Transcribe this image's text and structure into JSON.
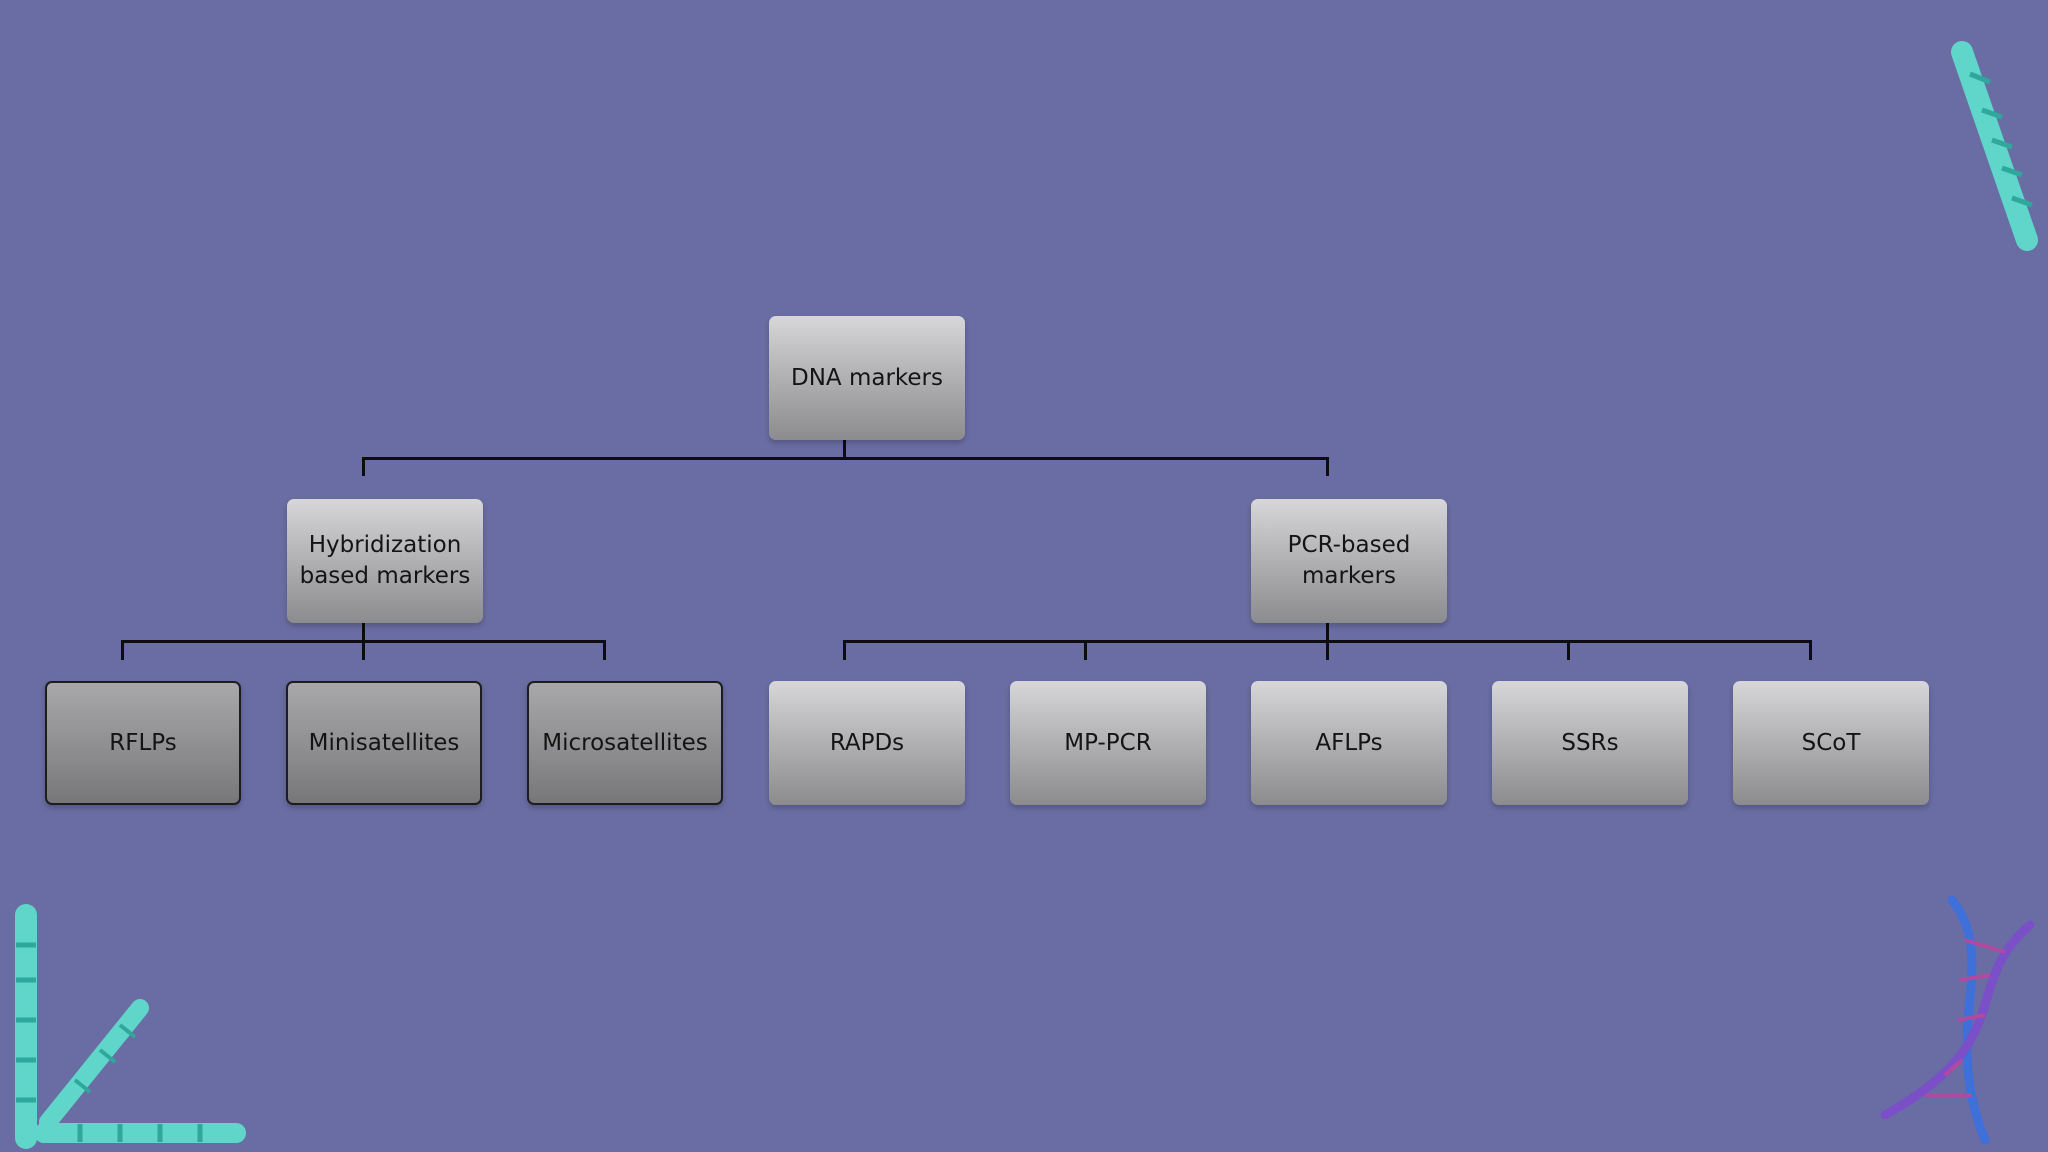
{
  "diagram": {
    "root": {
      "label": "DNA markers"
    },
    "categories": [
      {
        "label": "Hybridization\nbased markers"
      },
      {
        "label": "PCR-based\nmarkers"
      }
    ],
    "hybridization_children": [
      {
        "label": "RFLPs"
      },
      {
        "label": "Minisatellites"
      },
      {
        "label": "Microsatellites"
      }
    ],
    "pcr_children": [
      {
        "label": "RAPDs"
      },
      {
        "label": "MP-PCR"
      },
      {
        "label": "AFLPs"
      },
      {
        "label": "SSRs"
      },
      {
        "label": "SCoT"
      }
    ]
  },
  "colors": {
    "background": "#6a6da3",
    "connector": "#0d0d10",
    "chromosome": "#5fd6c9",
    "helix": "#3f6fd8"
  },
  "decorations": [
    "chromosome-icon",
    "dna-helix-icon"
  ]
}
